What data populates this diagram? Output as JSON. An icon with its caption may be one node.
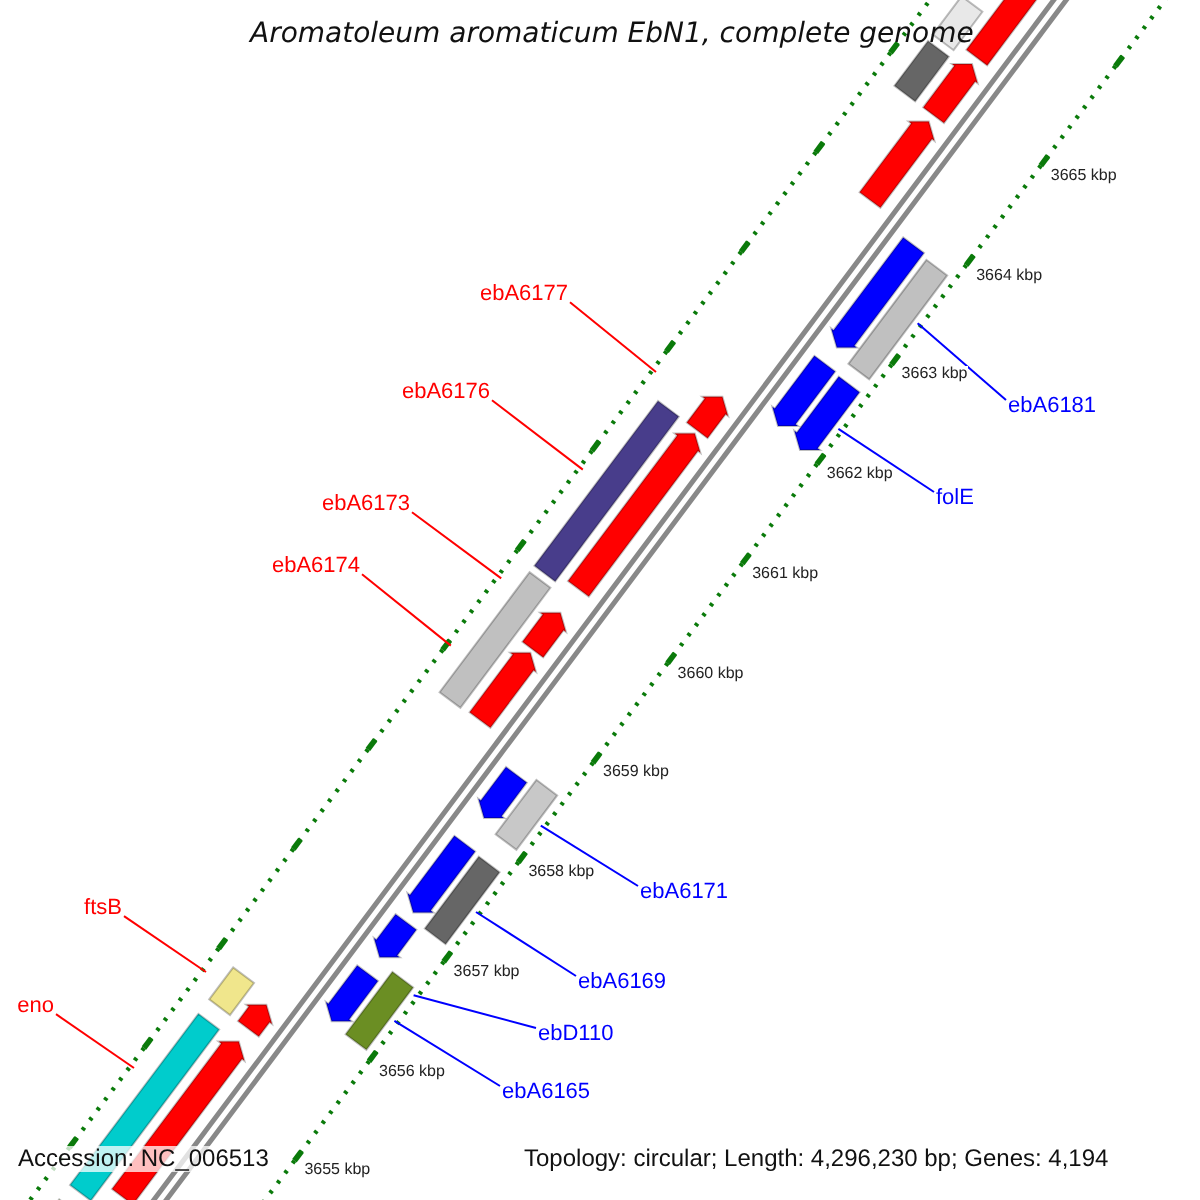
{
  "diagram": {
    "title": "Aromatoleum aromaticum EbN1, complete genome",
    "nodes": [
      {
        "text": [
          "ebA6177"
        ]
      },
      {
        "text": [
          "ebA6176"
        ]
      },
      {
        "text": [
          "ebA6181"
        ]
      },
      {
        "text": [
          "folE"
        ]
      },
      {
        "text": [
          "ebA6173"
        ]
      },
      {
        "text": [
          "ebA6174"
        ]
      },
      {
        "text": [
          "ebA6171"
        ]
      },
      {
        "text": [
          "ftsB"
        ]
      },
      {
        "text": [
          "ebA6169"
        ]
      },
      {
        "text": [
          "eno"
        ]
      },
      {
        "text": [
          "ebD110"
        ]
      },
      {
        "text": [
          "ebA6165"
        ]
      }
    ],
    "edges": [
      {
        "from": 0,
        "to": null,
        "arrow": "none",
        "color": "#ff0000"
      },
      {
        "from": 1,
        "to": null,
        "arrow": "none",
        "color": "#ff0000"
      },
      {
        "from": 2,
        "to": null,
        "arrow": "none",
        "color": "#0000ff"
      },
      {
        "from": 3,
        "to": null,
        "arrow": "none",
        "color": "#0000ff"
      },
      {
        "from": 4,
        "to": null,
        "arrow": "none",
        "color": "#ff0000"
      },
      {
        "from": 5,
        "to": null,
        "arrow": "none",
        "color": "#ff0000"
      },
      {
        "from": 6,
        "to": null,
        "arrow": "none",
        "color": "#0000ff"
      },
      {
        "from": 7,
        "to": null,
        "arrow": "none",
        "color": "#ff0000"
      },
      {
        "from": 8,
        "to": null,
        "arrow": "none",
        "color": "#0000ff"
      },
      {
        "from": 9,
        "to": null,
        "arrow": "none",
        "color": "#ff0000"
      },
      {
        "from": 10,
        "to": null,
        "arrow": "none",
        "color": "#0000ff"
      },
      {
        "from": 11,
        "to": null,
        "arrow": "none",
        "color": "#0000ff"
      }
    ],
    "labels": [
      "3665 kbp",
      "3664 kbp",
      "3663 kbp",
      "3662 kbp",
      "3661 kbp",
      "3660 kbp",
      "3659 kbp",
      "3658 kbp",
      "3657 kbp",
      "3656 kbp",
      "3655 kbp",
      "Accession: NC_006513",
      "Topology: circular; Length: 4,296,230 bp; Genes: 4,194"
    ]
  }
}
